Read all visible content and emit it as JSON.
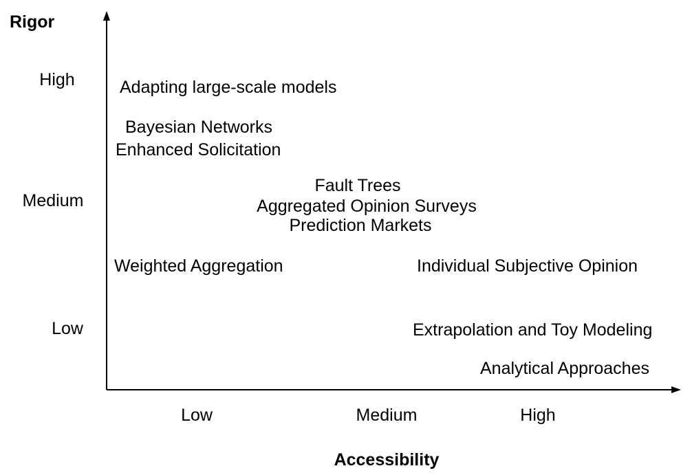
{
  "axes": {
    "y_title": "Rigor",
    "x_title": "Accessibility",
    "y_ticks": [
      "High",
      "Medium",
      "Low"
    ],
    "x_ticks": [
      "Low",
      "Medium",
      "High"
    ]
  },
  "methods": [
    "Adapting large-scale models",
    "Bayesian Networks",
    "Enhanced Solicitation",
    "Fault Trees",
    "Aggregated Opinion Surveys",
    "Prediction Markets",
    "Weighted Aggregation",
    "Individual Subjective Opinion",
    "Extrapolation and Toy Modeling",
    "Analytical Approaches"
  ],
  "colors": {
    "ink": "#000000",
    "background": "#ffffff"
  }
}
